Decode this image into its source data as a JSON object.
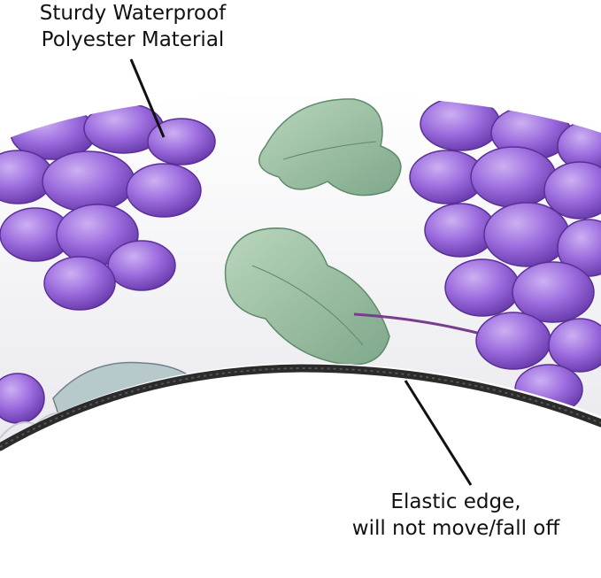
{
  "callouts": {
    "material": {
      "line1": "Sturdy Waterproof",
      "line2": "Polyester Material"
    },
    "edge": {
      "line1": "Elastic edge,",
      "line2": "will not move/fall off"
    }
  },
  "colors": {
    "grape_light": "#b48ee8",
    "grape_mid": "#9866dc",
    "grape_dark": "#6f3fb5",
    "leaf": "#9fc4a6",
    "leaf_dark": "#6f9a7c",
    "fabric": "#f6f6f8",
    "elastic": "#2b2b2b",
    "text": "#111111"
  }
}
